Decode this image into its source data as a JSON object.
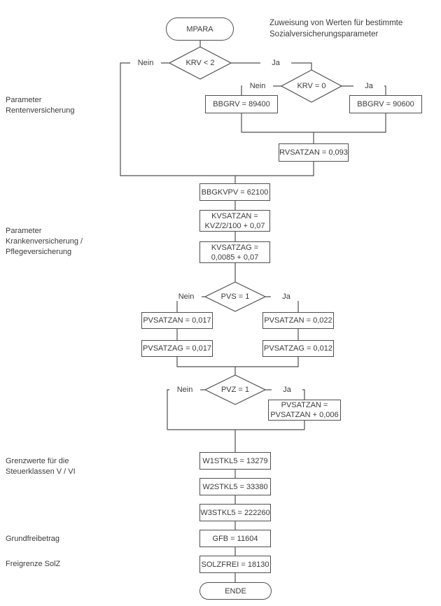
{
  "title": "Zuweisung von Werten für bestimmte\nSozialversicherungsparameter",
  "terminators": {
    "start": "MPARA",
    "end": "ENDE"
  },
  "side_labels": {
    "rente": "Parameter\nRentenversicherung",
    "kranken": "Parameter\nKrankenversicherung /\nPflegeversicherung",
    "grenzwerte": "Grenzwerte für die\nSteuerklassen V / VI",
    "grundfreibetrag": "Grundfreibetrag",
    "freigrenze": "Freigrenze SolZ"
  },
  "decisions": {
    "krv2": {
      "label": "KRV < 2",
      "no": "Nein",
      "yes": "Ja"
    },
    "krv0": {
      "label": "KRV = 0",
      "no": "Nein",
      "yes": "Ja"
    },
    "pvs": {
      "label": "PVS = 1",
      "no": "Nein",
      "yes": "Ja"
    },
    "pvz": {
      "label": "PVZ = 1",
      "no": "Nein",
      "yes": "Ja"
    }
  },
  "processes": {
    "bbgrv_nein": "BBGRV = 89400",
    "bbgrv_ja": "BBGRV = 90600",
    "rvsatzan": "RVSATZAN = 0,093",
    "bbgkvpv": "BBGKVPV = 62100",
    "kvsatzan": "KVSATZAN =\nKVZ/2/100 + 0,07",
    "kvsatzag": "KVSATZAG =\n0,0085 + 0,07",
    "pvsatzan_nein": "PVSATZAN = 0,017",
    "pvsatzag_nein": "PVSATZAG = 0,017",
    "pvsatzan_ja": "PVSATZAN = 0,022",
    "pvsatzag_ja": "PVSATZAG = 0,012",
    "pvsatzan_plus": "PVSATZAN =\nPVSATZAN + 0,006",
    "w1stkl5": "W1STKL5 = 13279",
    "w2stkl5": "W2STKL5 = 33380",
    "w3stkl5": "W3STKL5 = 222260",
    "gfb": "GFB = 11604",
    "solzfrei": "SOLZFREI = 18130"
  },
  "colors": {
    "line": "#4f4f4f",
    "text": "#3b3b3b",
    "background": "#ffffff"
  }
}
